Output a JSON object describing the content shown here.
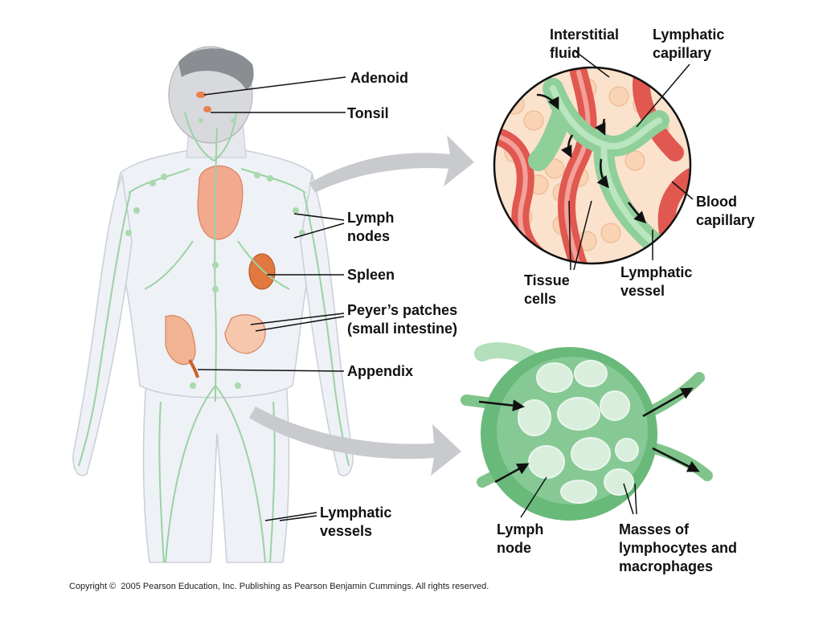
{
  "labels": {
    "adenoid": "Adenoid",
    "tonsil": "Tonsil",
    "lymph_nodes": "Lymph\nnodes",
    "spleen": "Spleen",
    "peyers_patches": "Peyer’s patches\n(small intestine)",
    "appendix": "Appendix",
    "lymphatic_vessels_body": "Lymphatic\nvessels",
    "interstitial_fluid": "Interstitial\nfluid",
    "lymphatic_capillary": "Lymphatic\ncapillary",
    "blood_capillary": "Blood\ncapillary",
    "lymphatic_vessel_inset": "Lymphatic\nvessel",
    "tissue_cells": "Tissue\ncells",
    "lymph_node_inset": "Lymph\nnode",
    "masses": "Masses of\nlymphocytes and\nmacrophages"
  },
  "copyright": "Copyright ©  2005 Pearson Education, Inc. Publishing as Pearson Benjamin Cummings. All rights reserved.",
  "colors": {
    "lymph_green": "#8fcf9a",
    "blood_red": "#e0584f",
    "organ_orange": "#e8875a",
    "body_fill": "#eef1f6",
    "arrow_gray": "#c8cacd"
  }
}
